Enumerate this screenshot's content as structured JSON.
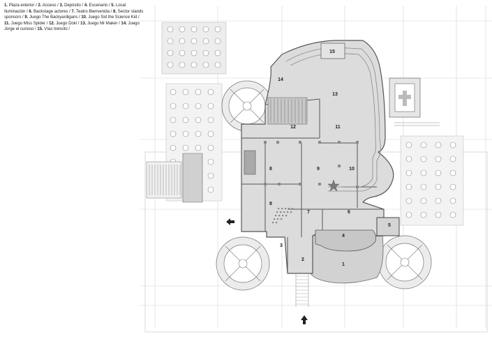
{
  "legend": [
    {
      "n": "1.",
      "t": "Plaza exterior /"
    },
    {
      "n": "2.",
      "t": "Acceso /"
    },
    {
      "n": "3.",
      "t": "Depósito /"
    },
    {
      "n": "4.",
      "t": "Escenario /"
    },
    {
      "n": "5.",
      "t": "Local Iluminación /"
    },
    {
      "n": "6.",
      "t": "Backstage actores /"
    },
    {
      "n": "7.",
      "t": "Teatro Bienvenida /"
    },
    {
      "n": "8.",
      "t": "Sector stands sponsors /"
    },
    {
      "n": "9.",
      "t": "Juego The Backyardigans /"
    },
    {
      "n": "10.",
      "t": "Juego Sid the Science Kid /"
    },
    {
      "n": "11.",
      "t": "Juego Miss Spider /"
    },
    {
      "n": "12.",
      "t": "Juego Doki /"
    },
    {
      "n": "13.",
      "t": "Juego Mr Maker /"
    },
    {
      "n": "14.",
      "t": "Juego Jorge el curioso /"
    },
    {
      "n": "15.",
      "t": "Vías trencito /"
    }
  ],
  "plan": {
    "labels": {
      "l1": "1",
      "l2": "2",
      "l3": "3",
      "l4": "4",
      "l5": "5",
      "l6": "6",
      "l7": "7",
      "l8a": "8",
      "l8b": "8",
      "l9": "9",
      "l10": "10",
      "l11": "11",
      "l12": "12",
      "l13": "13",
      "l14": "14",
      "l15": "15"
    }
  },
  "colors": {
    "floor": "#dcdcdc",
    "wall": "#555555",
    "grid": "#d6d6d6",
    "line": "#9a9a9a"
  }
}
